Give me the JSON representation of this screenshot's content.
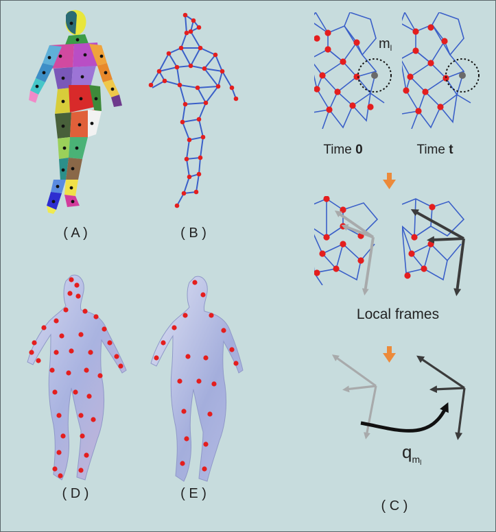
{
  "panels": {
    "a": {
      "label": "( A )"
    },
    "b": {
      "label": "( B )"
    },
    "c": {
      "label": "( C )"
    },
    "d": {
      "label": "( D )"
    },
    "e": {
      "label": "( E )"
    }
  },
  "panel_c": {
    "marker_symbol": "m",
    "marker_subscript": "l",
    "time_prefix": "Time ",
    "time_0_value": "0",
    "time_t_value": "t",
    "local_frames_label": "Local frames",
    "rotation_symbol": "q",
    "rotation_subscript_main": "m",
    "rotation_subscript_sub": "l"
  },
  "colors": {
    "background": "#c7dcdd",
    "mesh_edge": "#3a5fc8",
    "marker": "#e41e1e",
    "arrow_orange": "#ec8a3a",
    "frame_light": "#a8aaab",
    "frame_dark": "#3b3b3b",
    "surface": "#b7bedf"
  }
}
